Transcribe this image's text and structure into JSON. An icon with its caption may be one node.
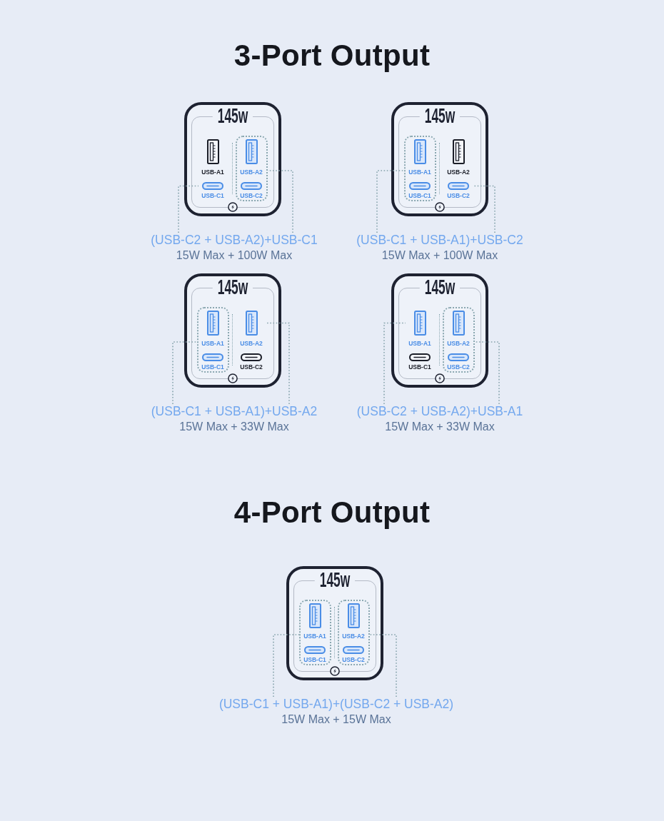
{
  "diagram": {
    "title": "3-Port Output",
    "nodes": [
      {
        "text": [
          "145w"
        ]
      },
      {
        "text": [
          "USB-A1"
        ],
        "in": 0
      },
      {
        "text": [],
        "shape": "box",
        "in": 0
      },
      {
        "text": [
          "USB-A2"
        ],
        "in": 2
      },
      {
        "text": [
          "USB-C1"
        ],
        "in": 0
      },
      {
        "text": [
          "USB-C2"
        ],
        "in": 2
      },
      {
        "text": [
          "(USB-C2 + USB-A2)+USB-C1",
          "15W Max + 100W Max"
        ]
      },
      {
        "text": [
          "145w"
        ]
      },
      {
        "text": [],
        "shape": "box",
        "in": 7
      },
      {
        "text": [
          "USB-A1"
        ],
        "in": 8
      },
      {
        "text": [
          "USB-A2"
        ],
        "in": 7
      },
      {
        "text": [
          "USB-C1"
        ],
        "in": 8
      },
      {
        "text": [
          "USB-C2"
        ],
        "in": 7
      },
      {
        "text": [
          "(USB-C1 + USB-A1)+USB-C2",
          "15W Max + 100W Max"
        ]
      },
      {
        "text": [
          "145w"
        ]
      },
      {
        "text": [],
        "shape": "box",
        "in": 14
      },
      {
        "text": [
          "USB-A1"
        ],
        "in": 15
      },
      {
        "text": [
          "USB-A2"
        ],
        "in": 14
      },
      {
        "text": [
          "USB-C1"
        ],
        "in": 15
      },
      {
        "text": [
          "USB-C2"
        ],
        "in": 14
      },
      {
        "text": [
          "(USB-C1 + USB-A1)+USB-A2",
          "15W Max + 33W Max"
        ]
      },
      {
        "text": [
          "145w"
        ]
      },
      {
        "text": [
          "USB-A1"
        ],
        "in": 21
      },
      {
        "text": [],
        "shape": "box",
        "in": 21
      },
      {
        "text": [
          "USB-A2"
        ],
        "in": 23
      },
      {
        "text": [
          "USB-C1"
        ],
        "in": 21
      },
      {
        "text": [
          "USB-C2"
        ],
        "in": 23
      },
      {
        "text": [
          "(USB-C2 + USB-A2)+USB-A1",
          "15W Max + 33W Max"
        ]
      },
      {
        "text": [
          "145w"
        ]
      },
      {
        "text": [],
        "shape": "box",
        "in": 28
      },
      {
        "text": [
          "USB-A1"
        ],
        "in": 29
      },
      {
        "text": [],
        "shape": "box",
        "in": 28
      },
      {
        "text": [
          "USB-A2"
        ],
        "in": 31
      },
      {
        "text": [
          "USB-C1"
        ],
        "in": 29
      },
      {
        "text": [
          "USB-C2"
        ],
        "in": 31
      },
      {
        "text": [
          "(USB-C1 + USB-A1)+(USB-C2 + USB-A2)",
          "15W Max + 15W Max"
        ]
      }
    ],
    "edges": [
      {
        "from": 6,
        "to": 4,
        "arrow": "none"
      },
      {
        "from": 6,
        "to": 2,
        "arrow": "none"
      },
      {
        "from": 13,
        "to": 8,
        "arrow": "none"
      },
      {
        "from": 13,
        "to": 12,
        "arrow": "none"
      },
      {
        "from": 20,
        "to": 15,
        "arrow": "none"
      },
      {
        "from": 20,
        "to": 17,
        "arrow": "none"
      },
      {
        "from": 27,
        "to": 22,
        "arrow": "none"
      },
      {
        "from": 27,
        "to": 23,
        "arrow": "none"
      },
      {
        "from": 35,
        "to": 29,
        "arrow": "none"
      },
      {
        "from": 35,
        "to": 31,
        "arrow": "none"
      }
    ],
    "labels": [
      "4-Port Output"
    ]
  }
}
